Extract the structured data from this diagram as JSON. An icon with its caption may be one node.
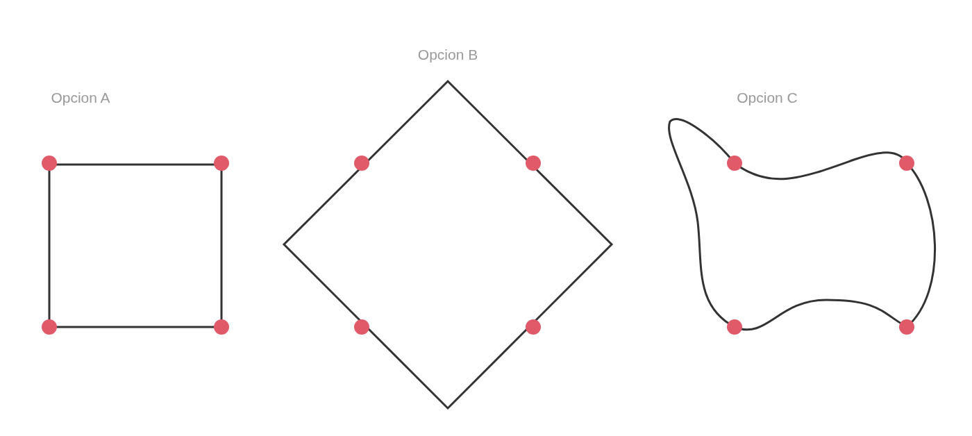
{
  "diagram": {
    "nodes": [
      {
        "text": [
          "Opcion A"
        ]
      },
      {
        "text": [
          "Opcion B"
        ]
      },
      {
        "text": [
          "Opcion C"
        ]
      }
    ]
  }
}
